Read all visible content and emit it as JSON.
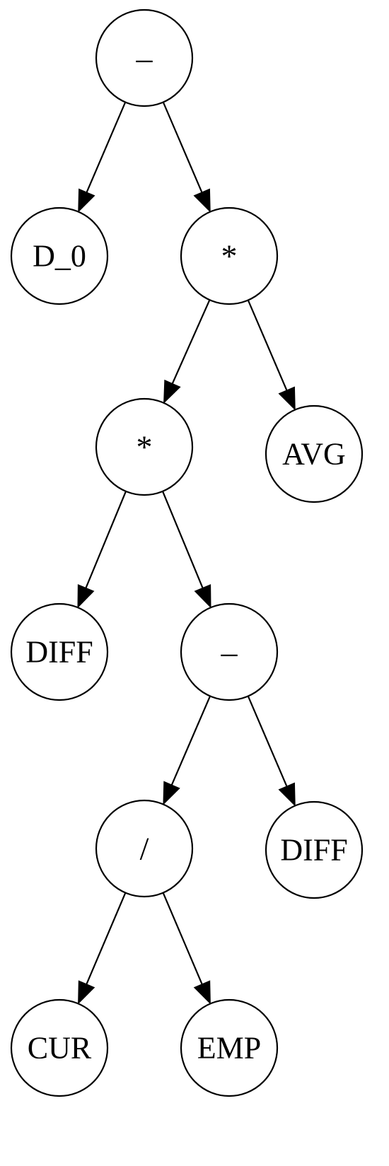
{
  "tree": {
    "nodes": [
      {
        "id": "n1",
        "label": "–"
      },
      {
        "id": "n2",
        "label": "D_0"
      },
      {
        "id": "n3",
        "label": "*"
      },
      {
        "id": "n4",
        "label": "*"
      },
      {
        "id": "n5",
        "label": "AVG"
      },
      {
        "id": "n6",
        "label": "DIFF"
      },
      {
        "id": "n7",
        "label": "–"
      },
      {
        "id": "n8",
        "label": "/"
      },
      {
        "id": "n9",
        "label": "DIFF"
      },
      {
        "id": "n10",
        "label": "CUR"
      },
      {
        "id": "n11",
        "label": "EMP"
      }
    ],
    "edges": [
      {
        "from": "n1",
        "to": "n2"
      },
      {
        "from": "n1",
        "to": "n3"
      },
      {
        "from": "n3",
        "to": "n4"
      },
      {
        "from": "n3",
        "to": "n5"
      },
      {
        "from": "n4",
        "to": "n6"
      },
      {
        "from": "n4",
        "to": "n7"
      },
      {
        "from": "n7",
        "to": "n8"
      },
      {
        "from": "n7",
        "to": "n9"
      },
      {
        "from": "n8",
        "to": "n10"
      },
      {
        "from": "n8",
        "to": "n11"
      }
    ]
  }
}
